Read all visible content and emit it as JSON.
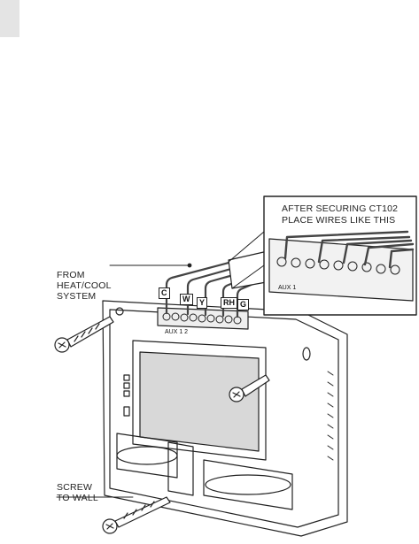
{
  "callout": {
    "line1": "AFTER SECURING CT102",
    "line2": "PLACE WIRES LIKE THIS"
  },
  "labels": {
    "from_line1": "FROM",
    "from_line2": "HEAT/COOL",
    "from_line3": "SYSTEM",
    "screw_line1": "SCREW",
    "screw_line2": "TO WALL"
  },
  "wire_tags": {
    "c": "C",
    "w": "W",
    "y": "Y",
    "rh": "RH",
    "g": "G"
  },
  "aux_main": "AUX  1  2",
  "aux_callout": "AUX  1"
}
